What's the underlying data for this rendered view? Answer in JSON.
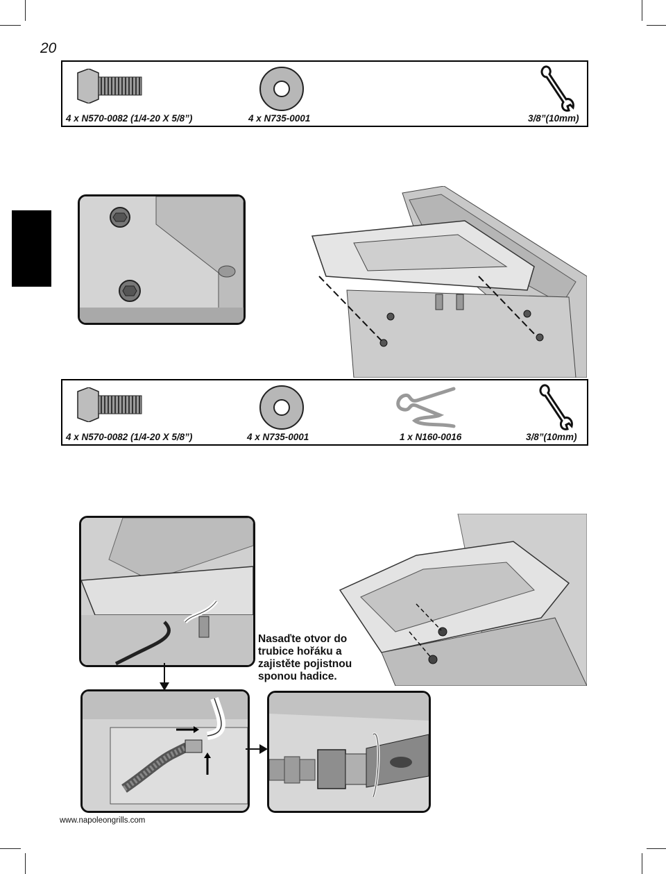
{
  "page": {
    "number": "20",
    "website": "www.napoleongrills.com"
  },
  "parts_box_1": {
    "items": [
      {
        "label": "4 x N570-0082 (1/4-20 X 5/8”)",
        "icon": "bolt-icon"
      },
      {
        "label": "4 x N735-0001",
        "icon": "washer-icon"
      },
      {
        "label": "3/8”(10mm)",
        "icon": "wrench-icon"
      }
    ]
  },
  "parts_box_2": {
    "items": [
      {
        "label": "4 x N570-0082 (1/4-20 X 5/8”)",
        "icon": "bolt-icon"
      },
      {
        "label": "4 x N735-0001",
        "icon": "washer-icon"
      },
      {
        "label": "1 x N160-0016",
        "icon": "hair-pin-clip-icon"
      },
      {
        "label": "3/8”(10mm)",
        "icon": "wrench-icon"
      }
    ]
  },
  "instruction": {
    "text": "Nasaďte otvor do trubice hořáku a zajistěte pojistnou sponou hadice."
  }
}
